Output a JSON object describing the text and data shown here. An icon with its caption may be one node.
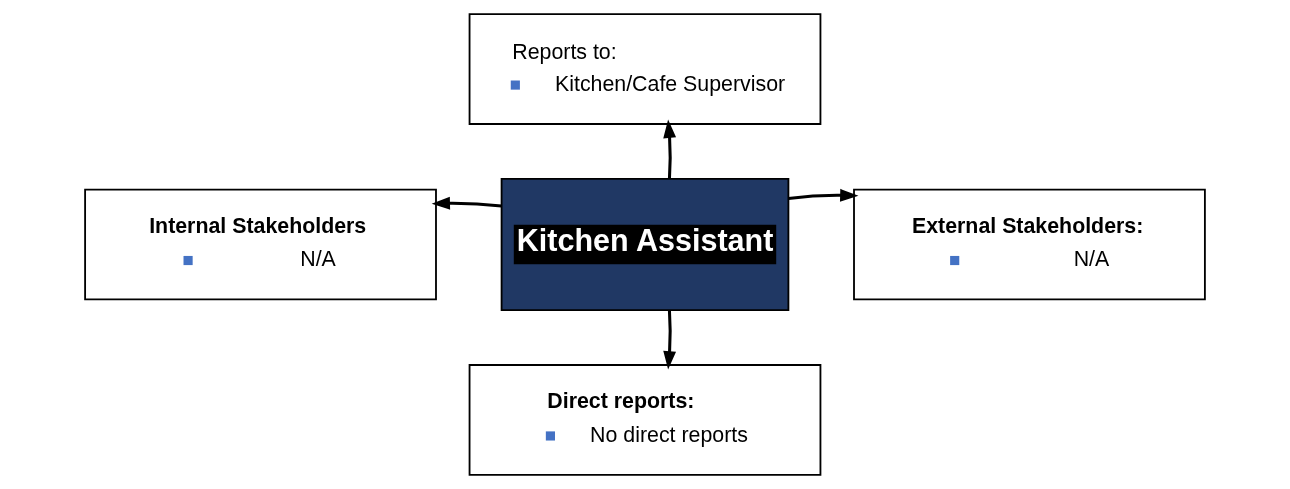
{
  "diagram": {
    "nodes": [
      {
        "text": [
          "Reports to:",
          "Kitchen/Cafe Supervisor"
        ]
      },
      {
        "text": [
          "Internal Stakeholders",
          "N/A"
        ]
      },
      {
        "text": [
          "Kitchen Assistant"
        ]
      },
      {
        "text": [
          "External Stakeholders:",
          "N/A"
        ]
      },
      {
        "text": [
          "Direct reports:",
          "No direct reports"
        ]
      }
    ],
    "edges": [
      {
        "from": 2,
        "to": 0,
        "arrow": "to"
      },
      {
        "from": 2,
        "to": 1,
        "arrow": "to"
      },
      {
        "from": 2,
        "to": 3,
        "arrow": "to"
      },
      {
        "from": 2,
        "to": 4,
        "arrow": "to"
      }
    ]
  }
}
